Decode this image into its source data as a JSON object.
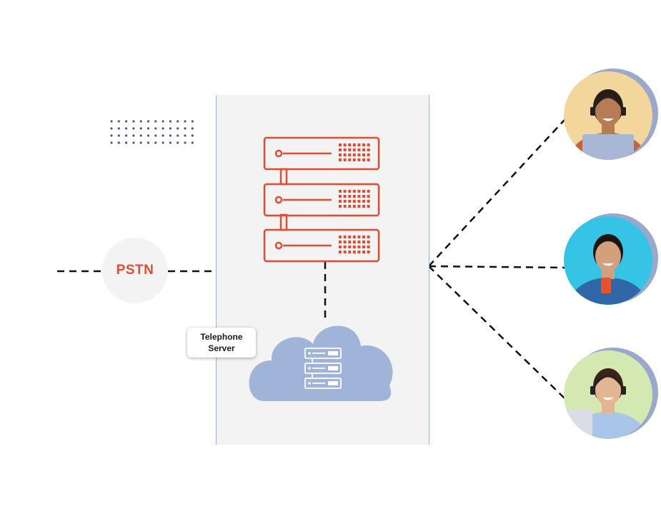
{
  "nodes": {
    "pstn_label": "PSTN",
    "server_label": "Telephone Server"
  },
  "colors": {
    "server_red": "#e34b32",
    "cloud_blue": "#9fb4d8",
    "panel_gray": "#f3f3f3",
    "dash": "#111111",
    "dots": "#4d5a86"
  },
  "icons": [
    "server-rack-icon",
    "cloud-server-icon",
    "agent-avatar-icon"
  ],
  "agents": [
    {
      "name": "agent-1",
      "bg": "#f2d69b",
      "ring": "#9aa8cc",
      "shirt": "#c7613d",
      "skin": "#b77b56",
      "hair": "#2a1c14"
    },
    {
      "name": "agent-2",
      "bg": "#36c4e6",
      "ring": "#9aa8cc",
      "shirt": "#2f67a8",
      "skin": "#d2a07c",
      "hair": "#1c1410"
    },
    {
      "name": "agent-3",
      "bg": "#d4e9b1",
      "ring": "#9aa8cc",
      "shirt": "#a9c6ea",
      "skin": "#e4b592",
      "hair": "#3a2418"
    }
  ]
}
